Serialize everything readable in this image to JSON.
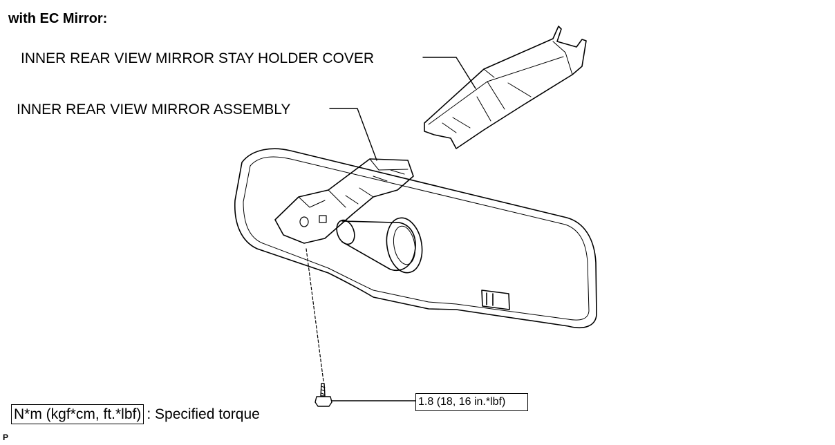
{
  "heading": "with EC Mirror:",
  "callouts": {
    "cover": "INNER REAR VIEW MIRROR STAY HOLDER COVER",
    "assembly": "INNER REAR VIEW MIRROR ASSEMBLY"
  },
  "torque_value": "1.8 (18, 16 in.*lbf)",
  "legend": {
    "unit": "N*m (kgf*cm, ft.*lbf)",
    "description": ": Specified torque"
  },
  "figure_code": "P"
}
